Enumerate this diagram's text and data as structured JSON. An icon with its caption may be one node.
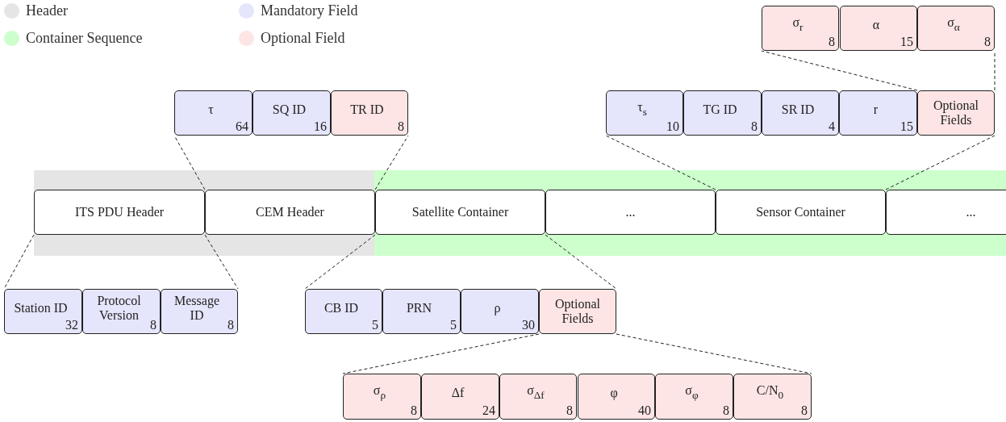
{
  "diagram": {
    "nodes": [
      {
        "text": [
          "σ$_{r}$",
          "8"
        ]
      },
      {
        "text": [
          "α",
          "15"
        ]
      },
      {
        "text": [
          "σ$_{α}$",
          "8"
        ]
      },
      {
        "text": [
          "τ",
          "64"
        ]
      },
      {
        "text": [
          "SQ ID",
          "16"
        ]
      },
      {
        "text": [
          "TR ID",
          "8"
        ]
      },
      {
        "text": [
          "τ$_{s}$",
          "10"
        ]
      },
      {
        "text": [
          "TG ID",
          "8"
        ]
      },
      {
        "text": [
          "SR ID",
          "4"
        ]
      },
      {
        "text": [
          "r",
          "15"
        ]
      },
      {
        "text": [
          "Optional Fields"
        ]
      },
      {
        "text": [
          "ITS PDU Header"
        ]
      },
      {
        "text": [
          "CEM Header"
        ]
      },
      {
        "text": [
          "Satellite Container"
        ]
      },
      {
        "text": [
          "..."
        ]
      },
      {
        "text": [
          "Sensor Container"
        ]
      },
      {
        "text": [
          "..."
        ]
      },
      {
        "text": [
          "Station ID",
          "32"
        ]
      },
      {
        "text": [
          "Protocol Version",
          "8"
        ]
      },
      {
        "text": [
          "Message ID",
          "8"
        ]
      },
      {
        "text": [
          "CB ID",
          "5"
        ]
      },
      {
        "text": [
          "PRN",
          "5"
        ]
      },
      {
        "text": [
          "ρ",
          "30"
        ]
      },
      {
        "text": [
          "Optional Fields"
        ]
      },
      {
        "text": [
          "σ$_{ρ}$",
          "8"
        ]
      },
      {
        "text": [
          "Δf",
          "24"
        ]
      },
      {
        "text": [
          "σ$_{Δf}$",
          "8"
        ]
      },
      {
        "text": [
          "φ",
          "40"
        ]
      },
      {
        "text": [
          "σ$_{φ}$",
          "8"
        ]
      },
      {
        "text": [
          "C/N$_{0}$",
          "8"
        ]
      }
    ],
    "edges": [
      {
        "from": 12,
        "to": 3,
        "arrow": "none"
      },
      {
        "from": 12,
        "to": 5,
        "arrow": "none"
      },
      {
        "from": 15,
        "to": 6,
        "arrow": "none"
      },
      {
        "from": 15,
        "to": 10,
        "arrow": "none"
      },
      {
        "from": 10,
        "to": 0,
        "arrow": "none"
      },
      {
        "from": 10,
        "to": 2,
        "arrow": "none"
      },
      {
        "from": 11,
        "to": 17,
        "arrow": "none"
      },
      {
        "from": 11,
        "to": 19,
        "arrow": "none"
      },
      {
        "from": 13,
        "to": 20,
        "arrow": "none"
      },
      {
        "from": 13,
        "to": 23,
        "arrow": "none"
      },
      {
        "from": 23,
        "to": 24,
        "arrow": "none"
      },
      {
        "from": 23,
        "to": 29,
        "arrow": "none"
      }
    ],
    "legend": [
      {
        "text": "Header",
        "color": "#e5e5e5"
      },
      {
        "text": "Container Sequence",
        "color": "#ccffcc"
      },
      {
        "text": "Mandatory Field",
        "color": "#e5e5fc"
      },
      {
        "text": "Optional Field",
        "color": "#fde5e5"
      }
    ]
  }
}
